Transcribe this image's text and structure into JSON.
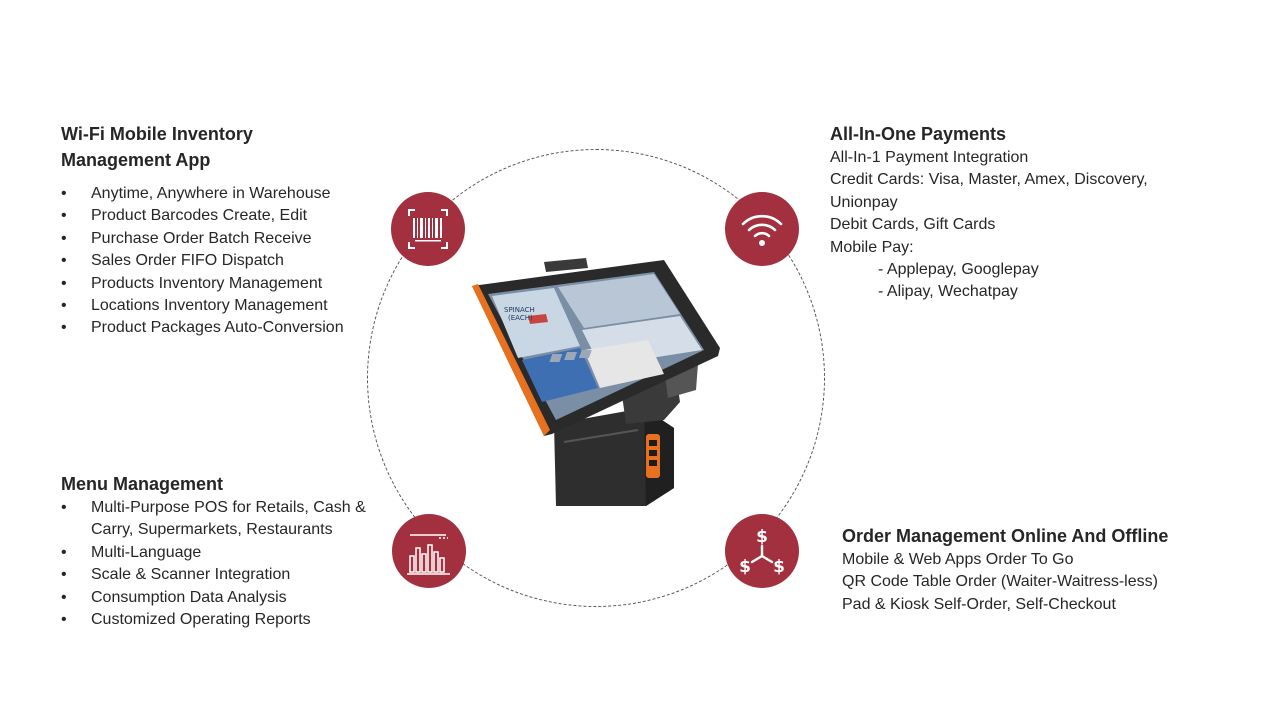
{
  "inventory": {
    "title_line1": "Wi-Fi Mobile Inventory",
    "title_line2": "Management App",
    "items": [
      "Anytime, Anywhere in Warehouse",
      "Product Barcodes Create, Edit",
      "Purchase Order Batch Receive",
      "Sales Order FIFO Dispatch",
      "Products Inventory Management",
      "Locations Inventory Management",
      "Product Packages Auto-Conversion"
    ]
  },
  "menu": {
    "title": "Menu Management",
    "item1_line1": "Multi-Purpose POS for Retails, Cash &",
    "item1_line2": "Carry, Supermarkets, Restaurants",
    "items": [
      "Multi-Language",
      "Scale & Scanner Integration",
      "Consumption Data Analysis",
      "Customized Operating Reports"
    ]
  },
  "payments": {
    "title": "All-In-One Payments",
    "lines": [
      "All-In-1 Payment Integration",
      "Credit Cards: Visa, Master, Amex, Discovery,",
      "Unionpay",
      "Debit Cards, Gift Cards",
      "Mobile Pay:"
    ],
    "sub_lines": [
      "- Applepay, Googlepay",
      "- Alipay, Wechatpay"
    ]
  },
  "orders": {
    "title": "Order Management Online And Offline",
    "lines": [
      "Mobile & Web Apps Order To Go",
      "QR Code Table Order (Waiter-Waitress-less)",
      "Pad & Kiosk Self-Order, Self-Checkout"
    ]
  },
  "device_screen": {
    "product_label_1": "SPINACH",
    "product_label_2": "(EACH)"
  },
  "colors": {
    "accent": "#a3303f",
    "device_orange": "#e8711f",
    "text": "#262626"
  },
  "icons": [
    "barcode-icon",
    "wireless-icon",
    "bar-chart-icon",
    "dollar-split-icon"
  ]
}
